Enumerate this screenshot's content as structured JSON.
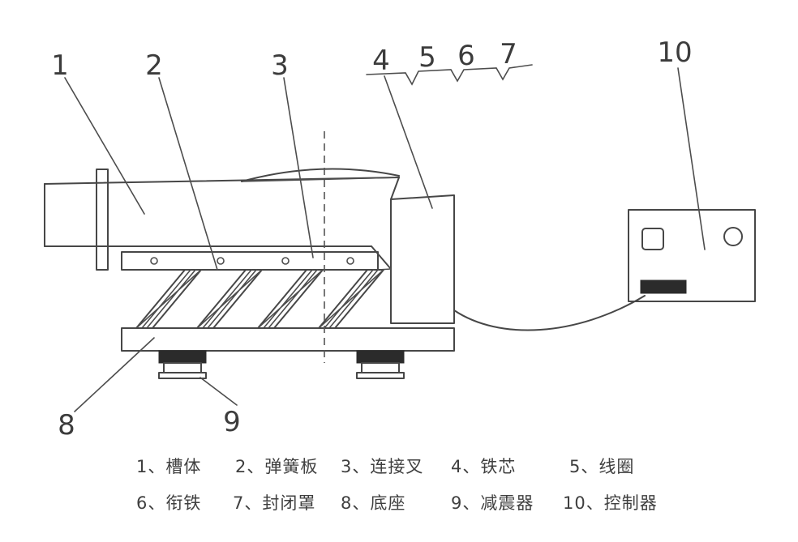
{
  "figure": {
    "callouts": [
      "1",
      "2",
      "3",
      "4",
      "5",
      "6",
      "7",
      "8",
      "9",
      "10"
    ]
  },
  "legend": {
    "row1": [
      "1、槽体",
      "2、弹簧板",
      "3、连接叉",
      "4、铁芯",
      "5、线圈"
    ],
    "row2": [
      "6、衔铁",
      "7、封闭罩",
      "8、底座",
      "9、减震器",
      "10、控制器"
    ]
  },
  "colors": {
    "ink": "#474747",
    "paper": "#ffffff",
    "solid_fill": "#2b2b2b"
  }
}
